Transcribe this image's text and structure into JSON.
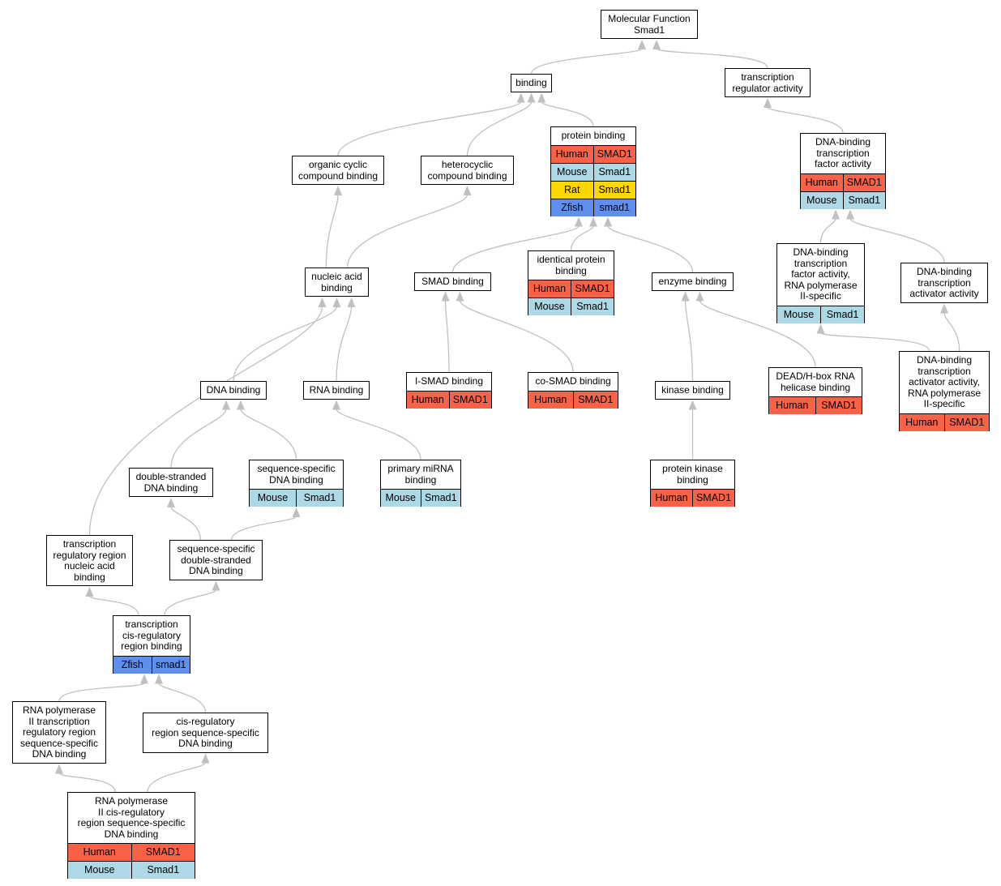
{
  "colors": {
    "Human": "#fa6248",
    "Mouse": "#add8e6",
    "Rat": "#ffd700",
    "Zfish": "#5f8fee",
    "edge": "#c0c0c0"
  },
  "nodes": [
    {
      "id": "mf",
      "title": "Molecular Function Smad1",
      "rows": []
    },
    {
      "id": "binding",
      "title": "binding",
      "rows": []
    },
    {
      "id": "tra",
      "title": "transcription regulator activity",
      "rows": []
    },
    {
      "id": "protbind",
      "title": "protein binding",
      "rows": [
        {
          "species": "Human",
          "gene": "SMAD1"
        },
        {
          "species": "Mouse",
          "gene": "Smad1"
        },
        {
          "species": "Rat",
          "gene": "Smad1"
        },
        {
          "species": "Zfish",
          "gene": "smad1"
        }
      ]
    },
    {
      "id": "ocb",
      "title": "organic cyclic compound binding",
      "rows": []
    },
    {
      "id": "hcb",
      "title": "heterocyclic compound binding",
      "rows": []
    },
    {
      "id": "dbtfa",
      "title": "DNA-binding transcription factor activity",
      "rows": [
        {
          "species": "Human",
          "gene": "SMAD1"
        },
        {
          "species": "Mouse",
          "gene": "Smad1"
        }
      ]
    },
    {
      "id": "nab",
      "title": "nucleic acid binding",
      "rows": []
    },
    {
      "id": "smadb",
      "title": "SMAD binding",
      "rows": []
    },
    {
      "id": "ipb",
      "title": "identical protein binding",
      "rows": [
        {
          "species": "Human",
          "gene": "SMAD1"
        },
        {
          "species": "Mouse",
          "gene": "Smad1"
        }
      ]
    },
    {
      "id": "enzb",
      "title": "enzyme binding",
      "rows": []
    },
    {
      "id": "dbrnap",
      "title": "DNA-binding transcription factor activity, RNA polymerase II-specific",
      "rows": [
        {
          "species": "Mouse",
          "gene": "Smad1"
        }
      ]
    },
    {
      "id": "dbtaa",
      "title": "DNA-binding transcription activator activity",
      "rows": []
    },
    {
      "id": "dnab",
      "title": "DNA binding",
      "rows": []
    },
    {
      "id": "rnab",
      "title": "RNA binding",
      "rows": []
    },
    {
      "id": "ismad",
      "title": "I-SMAD binding",
      "rows": [
        {
          "species": "Human",
          "gene": "SMAD1"
        }
      ]
    },
    {
      "id": "cosmad",
      "title": "co-SMAD binding",
      "rows": [
        {
          "species": "Human",
          "gene": "SMAD1"
        }
      ]
    },
    {
      "id": "kinb",
      "title": "kinase binding",
      "rows": []
    },
    {
      "id": "dead",
      "title": "DEAD/H-box RNA helicase binding",
      "rows": [
        {
          "species": "Human",
          "gene": "SMAD1"
        }
      ]
    },
    {
      "id": "dbtaarnap",
      "title": "DNA-binding transcription activator activity, RNA polymerase II-specific",
      "rows": [
        {
          "species": "Human",
          "gene": "SMAD1"
        }
      ]
    },
    {
      "id": "dsdna",
      "title": "double-stranded DNA binding",
      "rows": []
    },
    {
      "id": "ssdna",
      "title": "sequence-specific DNA binding",
      "rows": [
        {
          "species": "Mouse",
          "gene": "Smad1"
        }
      ]
    },
    {
      "id": "pmirna",
      "title": "primary miRNA binding",
      "rows": [
        {
          "species": "Mouse",
          "gene": "Smad1"
        }
      ]
    },
    {
      "id": "pkb",
      "title": "protein kinase binding",
      "rows": [
        {
          "species": "Human",
          "gene": "SMAD1"
        }
      ]
    },
    {
      "id": "trrnab",
      "title": "transcription regulatory region nucleic acid binding",
      "rows": []
    },
    {
      "id": "ssdsdna",
      "title": "sequence-specific double-stranded DNA binding",
      "rows": []
    },
    {
      "id": "tcrrb",
      "title": "transcription cis-regulatory region binding",
      "rows": [
        {
          "species": "Zfish",
          "gene": "smad1"
        }
      ]
    },
    {
      "id": "rnap2trr",
      "title": "RNA polymerase II transcription regulatory region sequence-specific DNA binding",
      "rows": []
    },
    {
      "id": "crrssdna",
      "title": "cis-regulatory region sequence-specific DNA binding",
      "rows": []
    },
    {
      "id": "rnap2crr",
      "title": "RNA polymerase II cis-regulatory region sequence-specific DNA binding",
      "rows": [
        {
          "species": "Human",
          "gene": "SMAD1"
        },
        {
          "species": "Mouse",
          "gene": "Smad1"
        }
      ]
    }
  ],
  "edges": [
    [
      "binding",
      "mf"
    ],
    [
      "tra",
      "mf"
    ],
    [
      "protbind",
      "binding"
    ],
    [
      "ocb",
      "binding"
    ],
    [
      "hcb",
      "binding"
    ],
    [
      "dbtfa",
      "tra"
    ],
    [
      "nab",
      "ocb"
    ],
    [
      "nab",
      "hcb"
    ],
    [
      "smadb",
      "protbind"
    ],
    [
      "ipb",
      "protbind"
    ],
    [
      "enzb",
      "protbind"
    ],
    [
      "dbrnap",
      "dbtfa"
    ],
    [
      "dbtaa",
      "dbtfa"
    ],
    [
      "dnab",
      "nab"
    ],
    [
      "rnab",
      "nab"
    ],
    [
      "trrnab",
      "nab"
    ],
    [
      "ismad",
      "smadb"
    ],
    [
      "cosmad",
      "smadb"
    ],
    [
      "kinb",
      "enzb"
    ],
    [
      "dead",
      "enzb"
    ],
    [
      "dbtaarnap",
      "dbrnap"
    ],
    [
      "dbtaarnap",
      "dbtaa"
    ],
    [
      "dsdna",
      "dnab"
    ],
    [
      "ssdna",
      "dnab"
    ],
    [
      "pmirna",
      "rnab"
    ],
    [
      "pkb",
      "kinb"
    ],
    [
      "ssdsdna",
      "dsdna"
    ],
    [
      "ssdsdna",
      "ssdna"
    ],
    [
      "tcrrb",
      "trrnab"
    ],
    [
      "tcrrb",
      "ssdsdna"
    ],
    [
      "rnap2trr",
      "tcrrb"
    ],
    [
      "crrssdna",
      "tcrrb"
    ],
    [
      "rnap2crr",
      "rnap2trr"
    ],
    [
      "rnap2crr",
      "crrssdna"
    ]
  ]
}
